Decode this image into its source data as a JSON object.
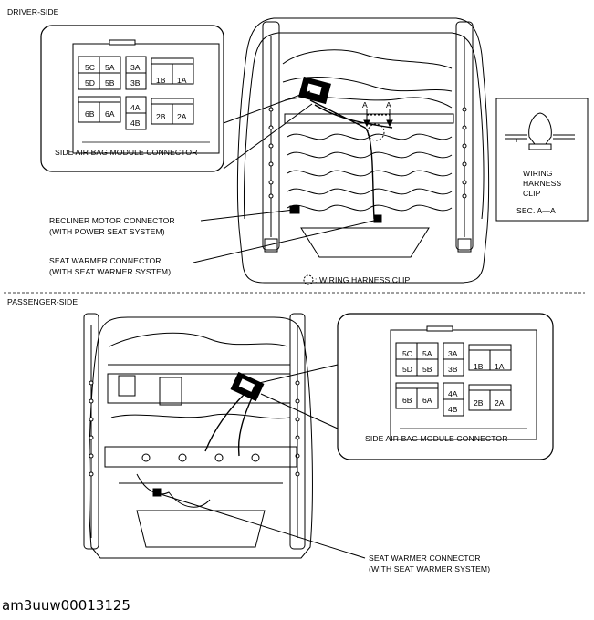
{
  "sections": {
    "driver_title": "DRIVER-SIDE",
    "passenger_title": "PASSENGER-SIDE"
  },
  "driver": {
    "connector_label": "SIDE AIR BAG MODULE CONNECTOR",
    "recliner_line1": "RECLINER MOTOR CONNECTOR",
    "recliner_line2": "(WITH POWER SEAT SYSTEM)",
    "warmer_line1": "SEAT WARMER CONNECTOR",
    "warmer_line2": "(WITH SEAT WARMER SYSTEM)",
    "clip_legend": ": WIRING HARNESS CLIP",
    "section_mark": "A",
    "section_mark2": "A"
  },
  "section_view": {
    "line1": "WIRING",
    "line2": "HARNESS",
    "line3": "CLIP",
    "caption": "SEC. A—A"
  },
  "passenger": {
    "connector_label": "SIDE AIR BAG MODULE CONNECTOR",
    "warmer_line1": "SEAT WARMER CONNECTOR",
    "warmer_line2": "(WITH SEAT WARMER SYSTEM)"
  },
  "connector_cells": {
    "c5C": "5C",
    "c5A": "5A",
    "c5D": "5D",
    "c5B": "5B",
    "c3A": "3A",
    "c3B": "3B",
    "c1B": "1B",
    "c1A": "1A",
    "c6B": "6B",
    "c6A": "6A",
    "c4A": "4A",
    "c4B": "4B",
    "c2B": "2B",
    "c2A": "2A"
  },
  "reference_id": "am3uuw00013125"
}
